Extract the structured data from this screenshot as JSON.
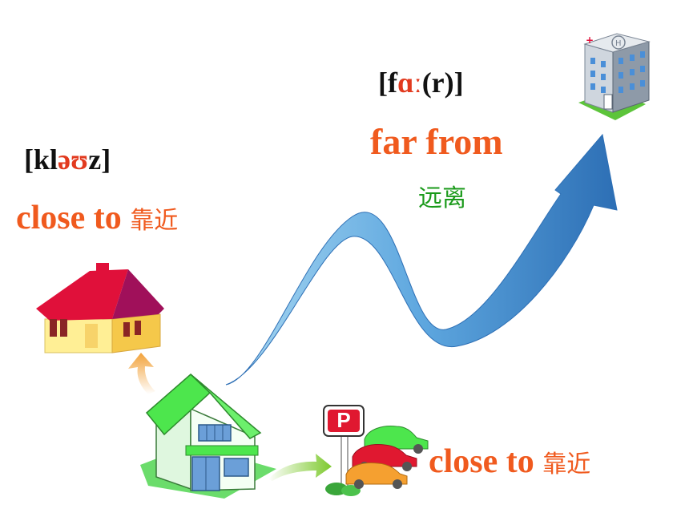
{
  "close": {
    "phonetic_left": "[kl",
    "phonetic_vowel": "əʊ",
    "phonetic_right": "z]",
    "label_en": "close to",
    "label_cn": "靠近"
  },
  "far": {
    "phonetic_left": "[f",
    "phonetic_vowel": "ɑː",
    "phonetic_right": "(r)]",
    "label_en": "far from",
    "label_cn": "远离"
  },
  "parking": {
    "sign_letter": "P",
    "label_en": "close to",
    "label_cn": "靠近"
  },
  "colors": {
    "label_orange": "#f05a1e",
    "cn_green": "#1a9a1a",
    "arrow_blue": "#3d86cc",
    "house_green_roof": "#4de64d",
    "house_red_roof": "#e0103a"
  }
}
